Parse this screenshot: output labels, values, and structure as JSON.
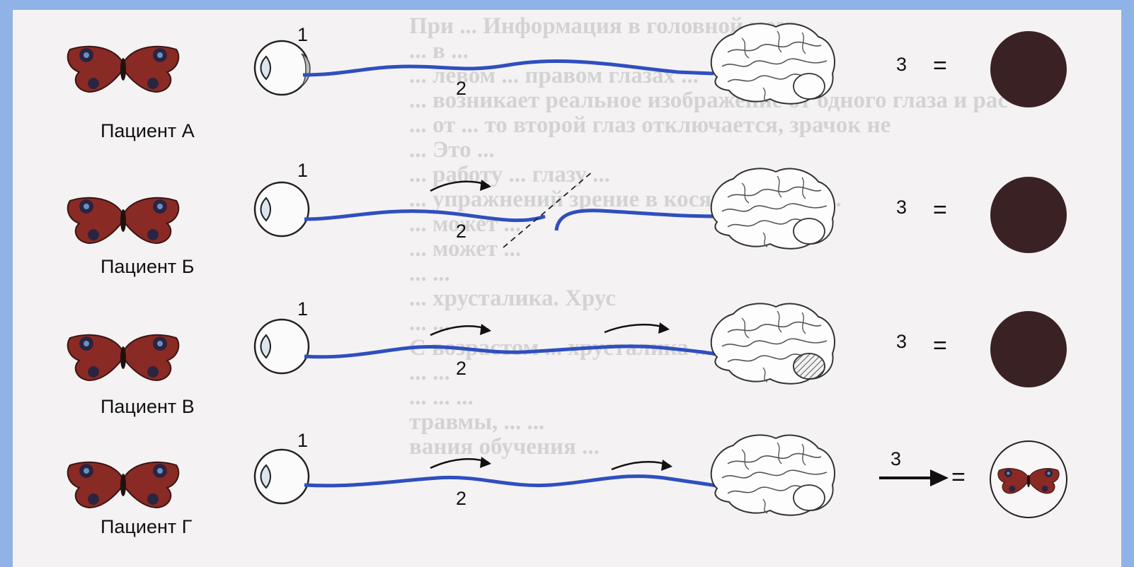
{
  "patients": [
    {
      "label": "Пациент А",
      "n1": "1",
      "n2": "2",
      "n3": "3",
      "eq": "=",
      "result": "dark"
    },
    {
      "label": "Пациент Б",
      "n1": "1",
      "n2": "2",
      "n3": "3",
      "eq": "=",
      "result": "dark"
    },
    {
      "label": "Пациент В",
      "n1": "1",
      "n2": "2",
      "n3": "3",
      "eq": "=",
      "result": "dark"
    },
    {
      "label": "Пациент Г",
      "n1": "1",
      "n2": "2",
      "n3": "3",
      "eq": "=",
      "result": "butterfly"
    }
  ],
  "background_text": [
    "При ... Информация в головной мозг",
    "... в ...",
    "... левом ... правом глазах ...",
    "... возникает реальное изображение от одного глаза и рас",
    "... от ... то второй глаз отключается, зрачок не",
    "... Это ...",
    "... работу ... глазу ...",
    "... упражнений зрение в косящем глазу ...",
    "... может ...",
    "... может ...",
    "... ...",
    "... хрусталика. Хрус",
    "... ...",
    "С возрастом ... хрусталика ...",
    "... ...",
    "... ... ...",
    "травмы, ... ...",
    "вания обучения ..."
  ],
  "colors": {
    "nerve": "#2f4fbf",
    "dark_circle": "#3a2224",
    "page_bg": "#f4f2f3",
    "frame": "#8fb3e6"
  }
}
